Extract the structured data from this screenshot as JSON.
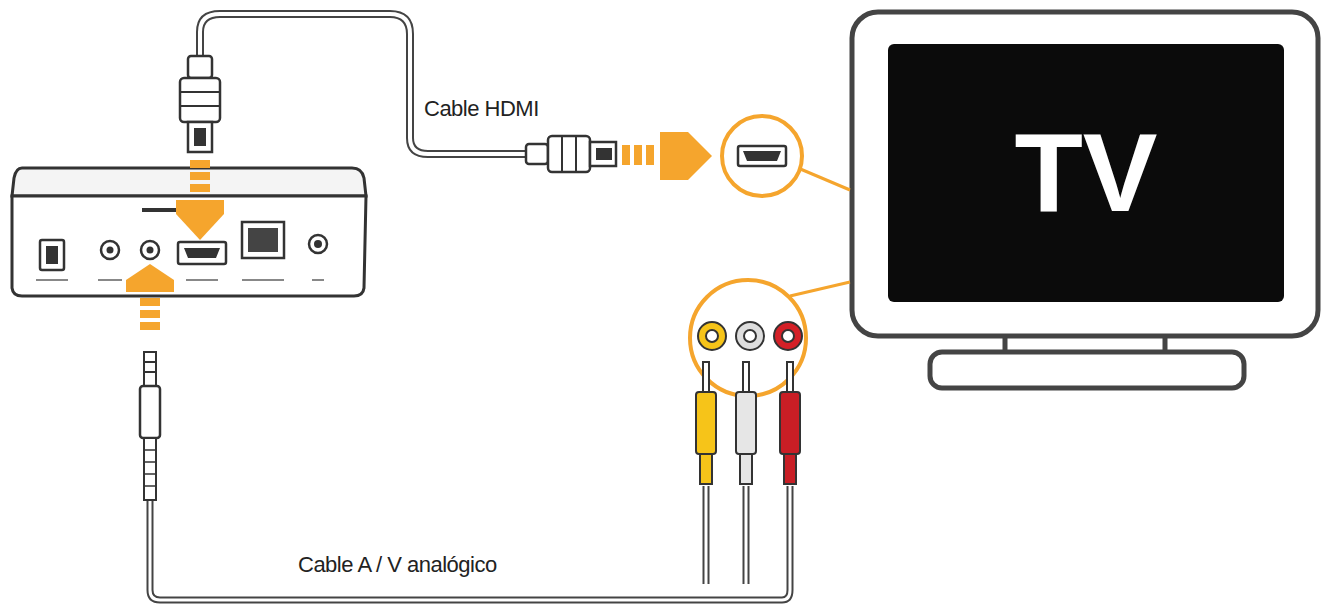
{
  "diagram": {
    "nodes": [
      {
        "text": [
          "TV"
        ]
      }
    ],
    "labels": [
      "Cable HDMI",
      "Cable A / V analógico"
    ]
  }
}
